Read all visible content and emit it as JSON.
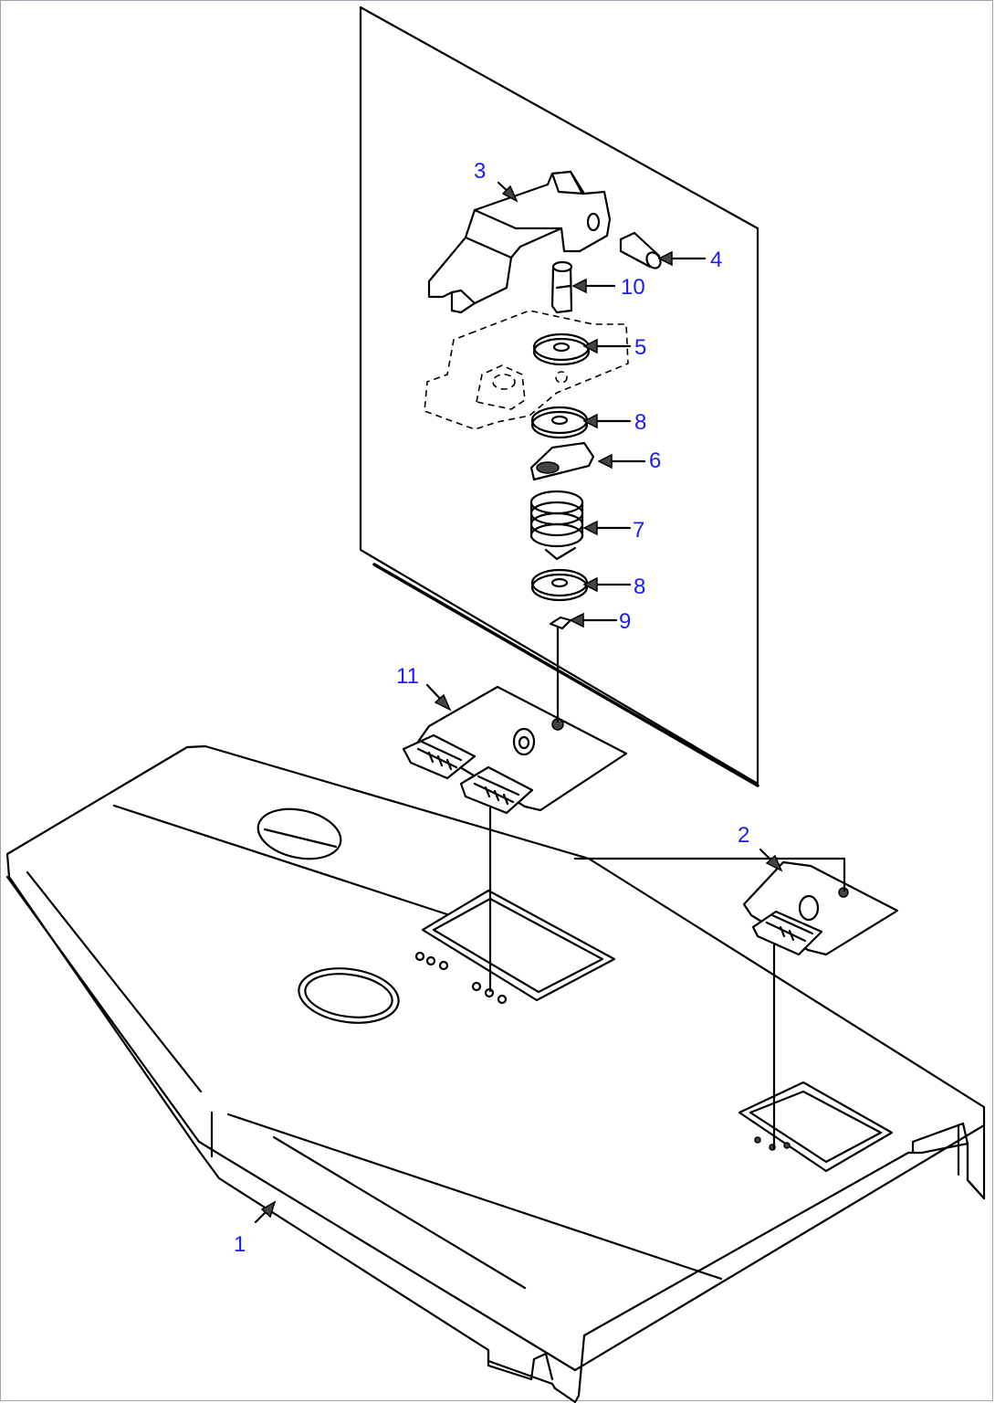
{
  "callouts": {
    "c1": "1",
    "c2": "2",
    "c3": "3",
    "c4": "4",
    "c5": "5",
    "c6": "6",
    "c7": "7",
    "c8a": "8",
    "c8b": "8",
    "c9": "9",
    "c10": "10",
    "c11": "11"
  },
  "colors": {
    "callout_text": "#1a1aff",
    "line": "#000000",
    "background": "#ffffff"
  }
}
